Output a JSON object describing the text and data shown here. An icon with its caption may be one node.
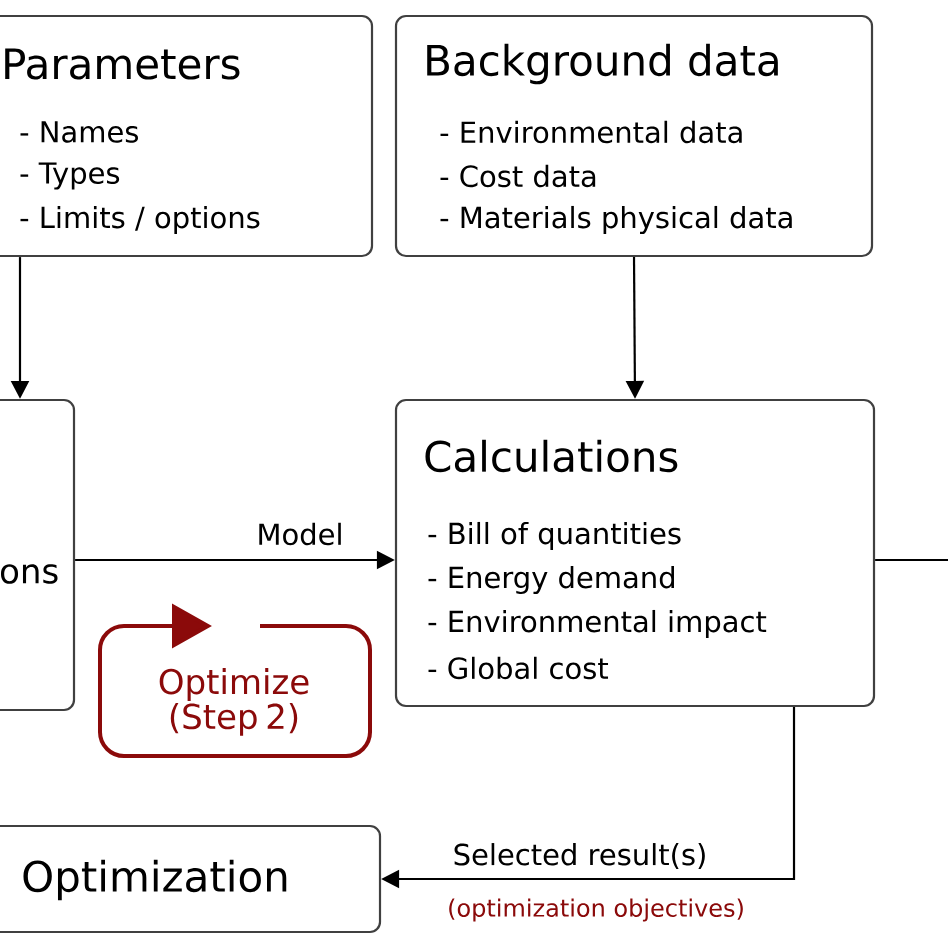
{
  "diagram": {
    "nodes": [
      {
        "text": [
          "Parameters",
          "- Names",
          "- Types",
          "- Limits / options"
        ]
      },
      {
        "text": [
          "Background data",
          "- Environmental data",
          "- Cost data",
          "- Materials physical data"
        ]
      },
      {
        "text": [
          "ons"
        ]
      },
      {
        "text": [
          "Calculations",
          "- Bill of quantities",
          "- Energy demand",
          "- Environmental impact",
          "- Global cost"
        ]
      },
      {
        "text": [
          "Optimize (Step 2)"
        ]
      },
      {
        "text": [
          "Optimization"
        ]
      }
    ],
    "edges": [
      {
        "from": 0,
        "to": 2,
        "arrow": "to"
      },
      {
        "from": 1,
        "to": 3,
        "arrow": "to"
      },
      {
        "from": 2,
        "to": 3,
        "arrow": "to",
        "label": "Model"
      },
      {
        "from": 3,
        "to": 5,
        "arrow": "to",
        "label": "Selected result(s)"
      },
      {
        "from": 3,
        "to": null,
        "arrow": "none"
      }
    ],
    "labels": [
      "(optimization objectives)"
    ]
  }
}
